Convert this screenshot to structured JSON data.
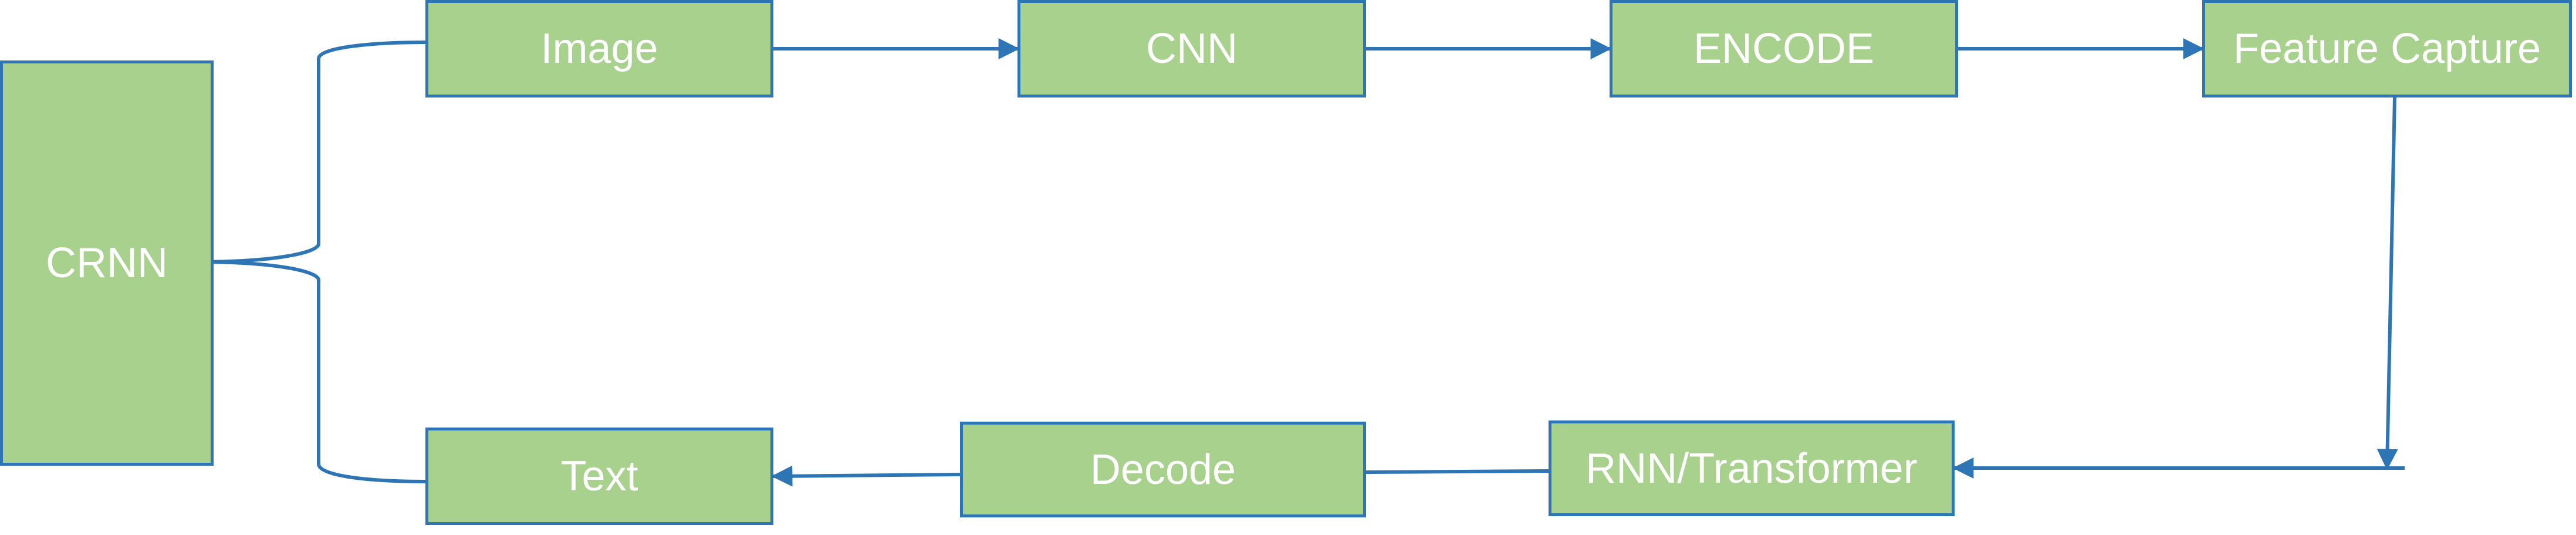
{
  "colors": {
    "box_fill": "#a9d18e",
    "box_border": "#2e75b6",
    "box_text": "#ffffff",
    "connector": "#2e75b6"
  },
  "nodes": {
    "crnn": "CRNN",
    "image": "Image",
    "cnn": "CNN",
    "encode": "ENCODE",
    "feature_capture": "Feature Capture",
    "rnn_transformer": "RNN/Transformer",
    "decode": "Decode",
    "text": "Text"
  },
  "edges": [
    {
      "from": "crnn",
      "to": "image",
      "style": "brace"
    },
    {
      "from": "crnn",
      "to": "text",
      "style": "brace"
    },
    {
      "from": "image",
      "to": "cnn",
      "style": "arrow"
    },
    {
      "from": "cnn",
      "to": "encode",
      "style": "arrow"
    },
    {
      "from": "encode",
      "to": "feature_capture",
      "style": "arrow"
    },
    {
      "from": "feature_capture",
      "to": "rnn_transformer",
      "style": "elbow-arrow"
    },
    {
      "from": "rnn_transformer",
      "to": "decode",
      "style": "line"
    },
    {
      "from": "decode",
      "to": "text",
      "style": "arrow"
    }
  ]
}
